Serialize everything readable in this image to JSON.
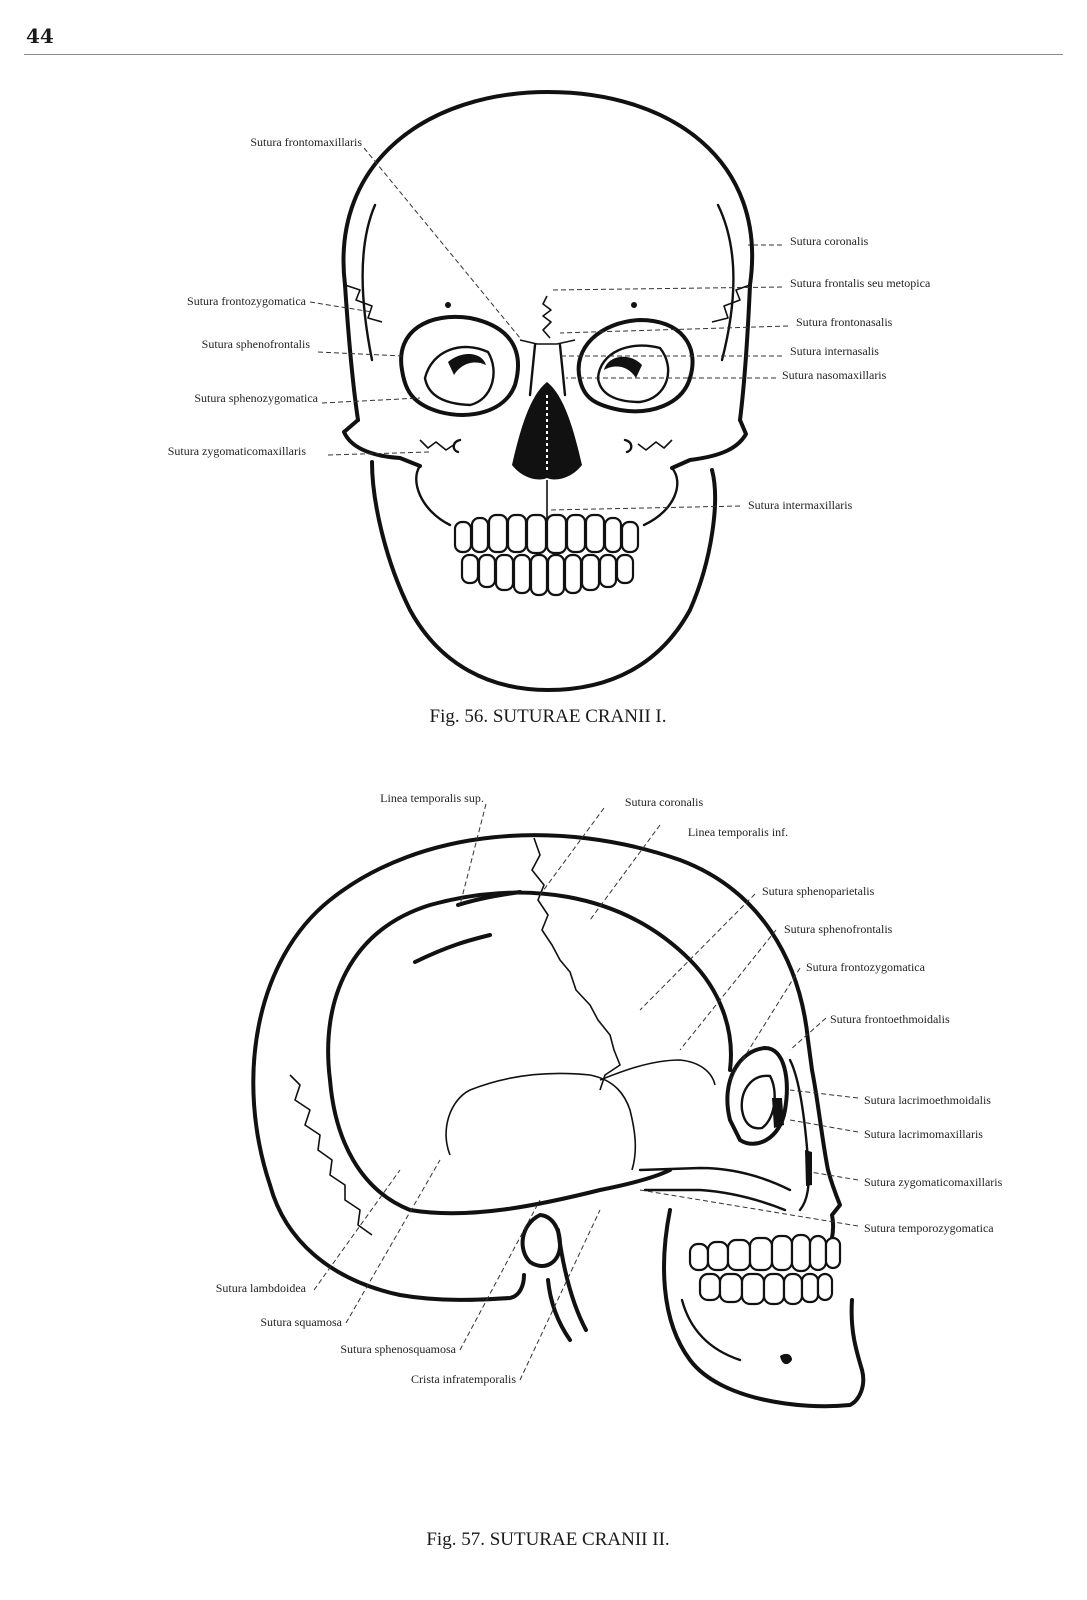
{
  "page": {
    "number": "44"
  },
  "fig56": {
    "caption": "Fig. 56. SUTURAE CRANII I.",
    "labels_left": [
      "Sutura frontomaxillaris",
      "Sutura frontozygomatica",
      "Sutura sphenofrontalis",
      "Sutura sphenozygomatica",
      "Sutura zygomaticomaxillaris"
    ],
    "labels_right": [
      "Sutura coronalis",
      "Sutura frontalis seu metopica",
      "Sutura frontonasalis",
      "Sutura internasalis",
      "Sutura nasomaxillaris",
      "Sutura intermaxillaris"
    ]
  },
  "fig57": {
    "caption": "Fig. 57. SUTURAE CRANII II.",
    "labels_top": [
      "Linea temporalis sup.",
      "Sutura coronalis",
      "Linea temporalis inf."
    ],
    "labels_right": [
      "Sutura sphenoparietalis",
      "Sutura sphenofrontalis",
      "Sutura frontozygomatica",
      "Sutura frontoethmoidalis",
      "Sutura lacrimoethmoidalis",
      "Sutura lacrimomaxillaris",
      "Sutura zygomaticomaxillaris",
      "Sutura temporozygomatica"
    ],
    "labels_bottom": [
      "Sutura lambdoidea",
      "Sutura squamosa",
      "Sutura sphenosquamosa",
      "Crista infratemporalis"
    ]
  }
}
